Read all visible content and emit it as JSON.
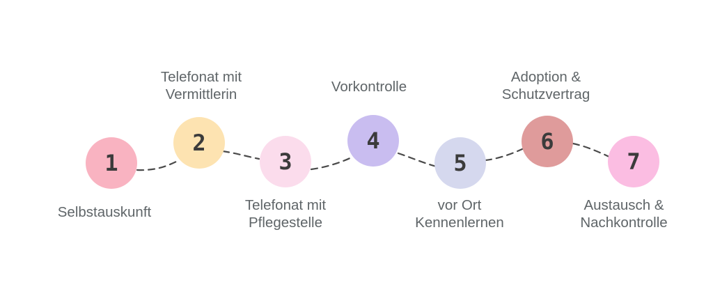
{
  "steps": [
    {
      "number": "1",
      "label_lines": [
        "Selbstauskunft"
      ],
      "color": "#f9b3c1"
    },
    {
      "number": "2",
      "label_lines": [
        "Telefonat mit",
        "Vermittlerin"
      ],
      "color": "#fde3b1"
    },
    {
      "number": "3",
      "label_lines": [
        "Telefonat mit",
        "Pflegestelle"
      ],
      "color": "#fbdcec"
    },
    {
      "number": "4",
      "label_lines": [
        "Vorkontrolle"
      ],
      "color": "#c9bdf0"
    },
    {
      "number": "5",
      "label_lines": [
        "vor Ort",
        "Kennenlernen"
      ],
      "color": "#d5d8ee"
    },
    {
      "number": "6",
      "label_lines": [
        "Adoption &",
        "Schutzvertrag"
      ],
      "color": "#df9b9b"
    },
    {
      "number": "7",
      "label_lines": [
        "Austausch &",
        "Nachkontrolle"
      ],
      "color": "#fbbde2"
    }
  ],
  "connector_color": "#4a4a4a"
}
